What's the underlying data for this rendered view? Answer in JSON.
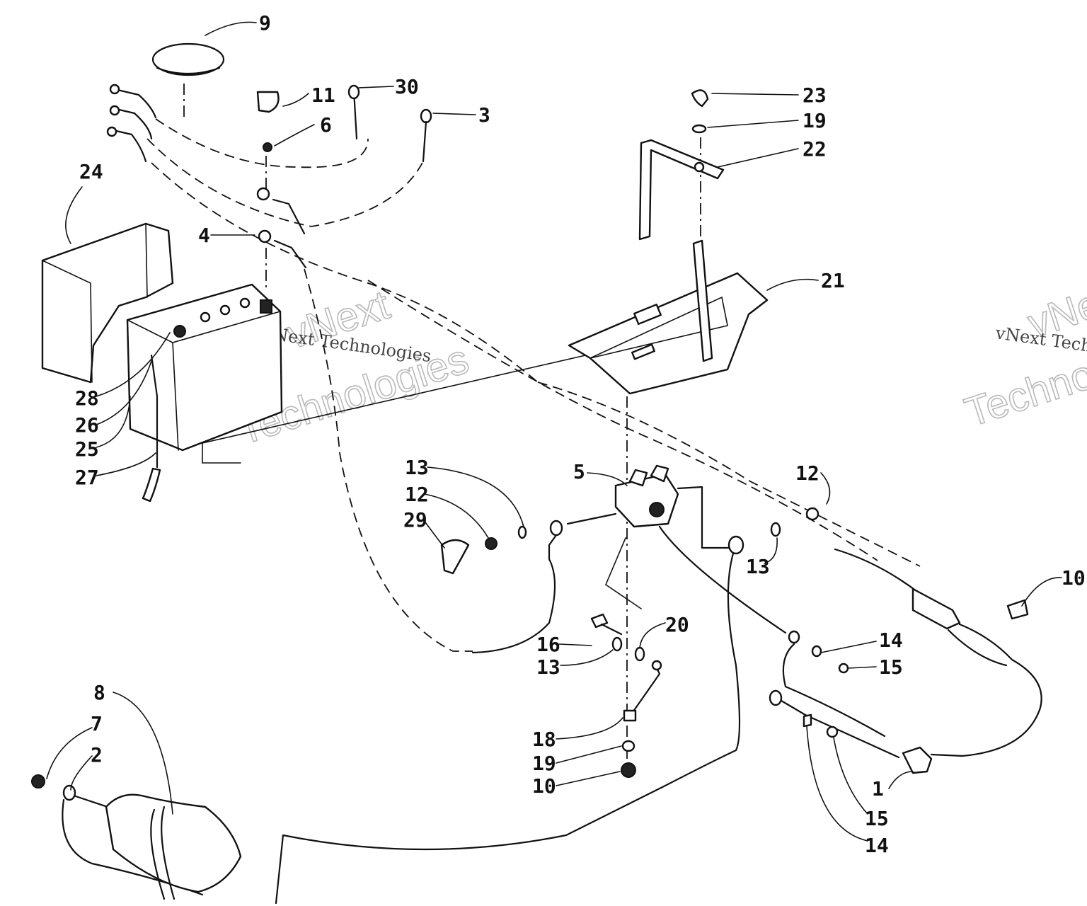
{
  "callouts": [
    {
      "label": "9"
    },
    {
      "label": "11"
    },
    {
      "label": "30"
    },
    {
      "label": "3"
    },
    {
      "label": "6"
    },
    {
      "label": "24"
    },
    {
      "label": "4"
    },
    {
      "label": "23"
    },
    {
      "label": "19"
    },
    {
      "label": "22"
    },
    {
      "label": "21"
    },
    {
      "label": "28"
    },
    {
      "label": "26"
    },
    {
      "label": "25"
    },
    {
      "label": "27"
    },
    {
      "label": "13"
    },
    {
      "label": "12"
    },
    {
      "label": "29"
    },
    {
      "label": "5"
    },
    {
      "label": "12"
    },
    {
      "label": "13"
    },
    {
      "label": "10"
    },
    {
      "label": "16"
    },
    {
      "label": "13"
    },
    {
      "label": "20"
    },
    {
      "label": "14"
    },
    {
      "label": "15"
    },
    {
      "label": "8"
    },
    {
      "label": "7"
    },
    {
      "label": "2"
    },
    {
      "label": "18"
    },
    {
      "label": "19"
    },
    {
      "label": "10"
    },
    {
      "label": "1"
    },
    {
      "label": "15"
    },
    {
      "label": "14"
    }
  ],
  "watermarks": [
    {
      "brand": "vNext",
      "text": "Technologies",
      "caption": "vNext Technologies"
    },
    {
      "brand": "vNext",
      "text": "Technologies",
      "caption": "vNext Technologies"
    }
  ]
}
